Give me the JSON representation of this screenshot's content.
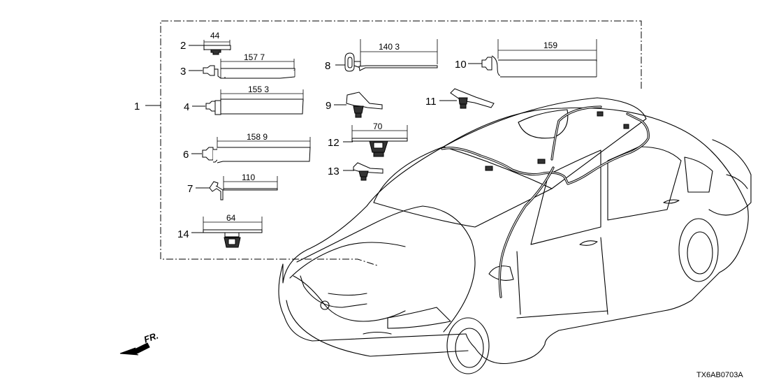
{
  "diagram": {
    "callouts": {
      "c1": "1",
      "c2": "2",
      "c3": "3",
      "c4": "4",
      "c6": "6",
      "c7": "7",
      "c8": "8",
      "c9": "9",
      "c10": "10",
      "c11": "11",
      "c12": "12",
      "c13": "13",
      "c14": "14"
    },
    "dimensions": {
      "p2": "44",
      "p3": "157 7",
      "p4": "155 3",
      "p6": "158 9",
      "p7": "110",
      "p8": "140 3",
      "p10": "159",
      "p12": "70",
      "p14": "64"
    },
    "front_marker": "FR.",
    "diagram_code": "TX6AB0703A"
  }
}
